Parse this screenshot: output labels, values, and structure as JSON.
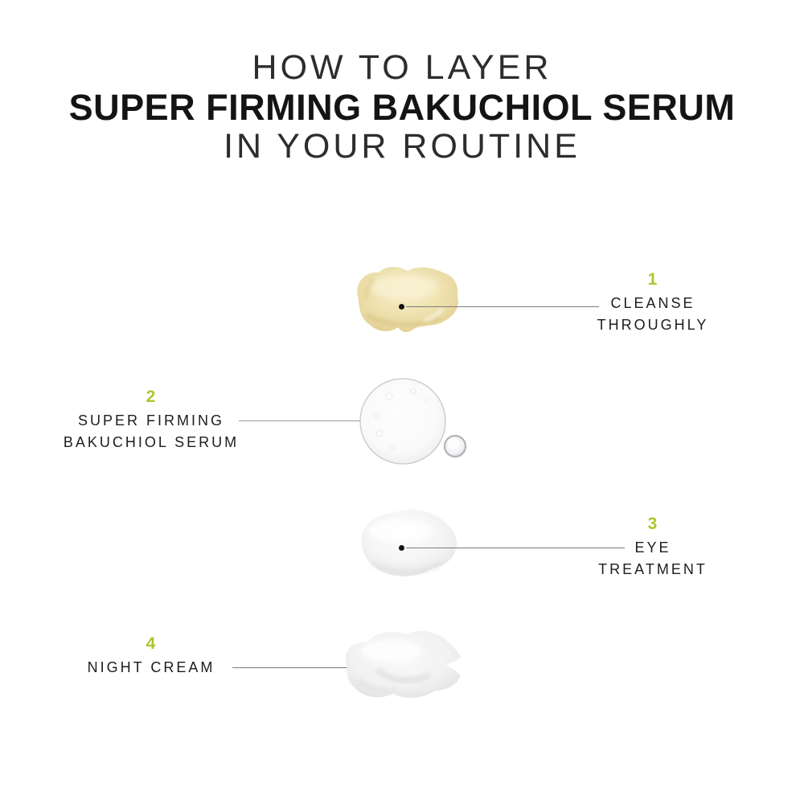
{
  "title": {
    "line1": "HOW TO LAYER",
    "line2": "SUPER FIRMING BAKUCHIOL SERUM",
    "line3": "IN YOUR ROUTINE"
  },
  "colors": {
    "accent_green": "#AEC52D",
    "title_text": "#2d2d2d",
    "title_bold_text": "#141414",
    "label_text": "#1d1d1d",
    "connector_line": "#7c7c7c",
    "cleanser_swatch": "#EFE3B2",
    "serum_drop": "#F7F7F9",
    "cream_swatch": "#F2F2F3"
  },
  "steps": [
    {
      "number": "1",
      "label_line1": "CLEANSE",
      "label_line2": "THROUGHLY",
      "swatch": "cleanser-smear",
      "label_side": "right"
    },
    {
      "number": "2",
      "label_line1": "SUPER FIRMING",
      "label_line2": "BAKUCHIOL SERUM",
      "swatch": "serum-drop",
      "label_side": "left"
    },
    {
      "number": "3",
      "label_line1": "EYE",
      "label_line2": "TREATMENT",
      "swatch": "eye-treatment-smear",
      "label_side": "right"
    },
    {
      "number": "4",
      "label_line1": "NIGHT CREAM",
      "swatch": "night-cream-smear",
      "label_side": "left"
    }
  ]
}
